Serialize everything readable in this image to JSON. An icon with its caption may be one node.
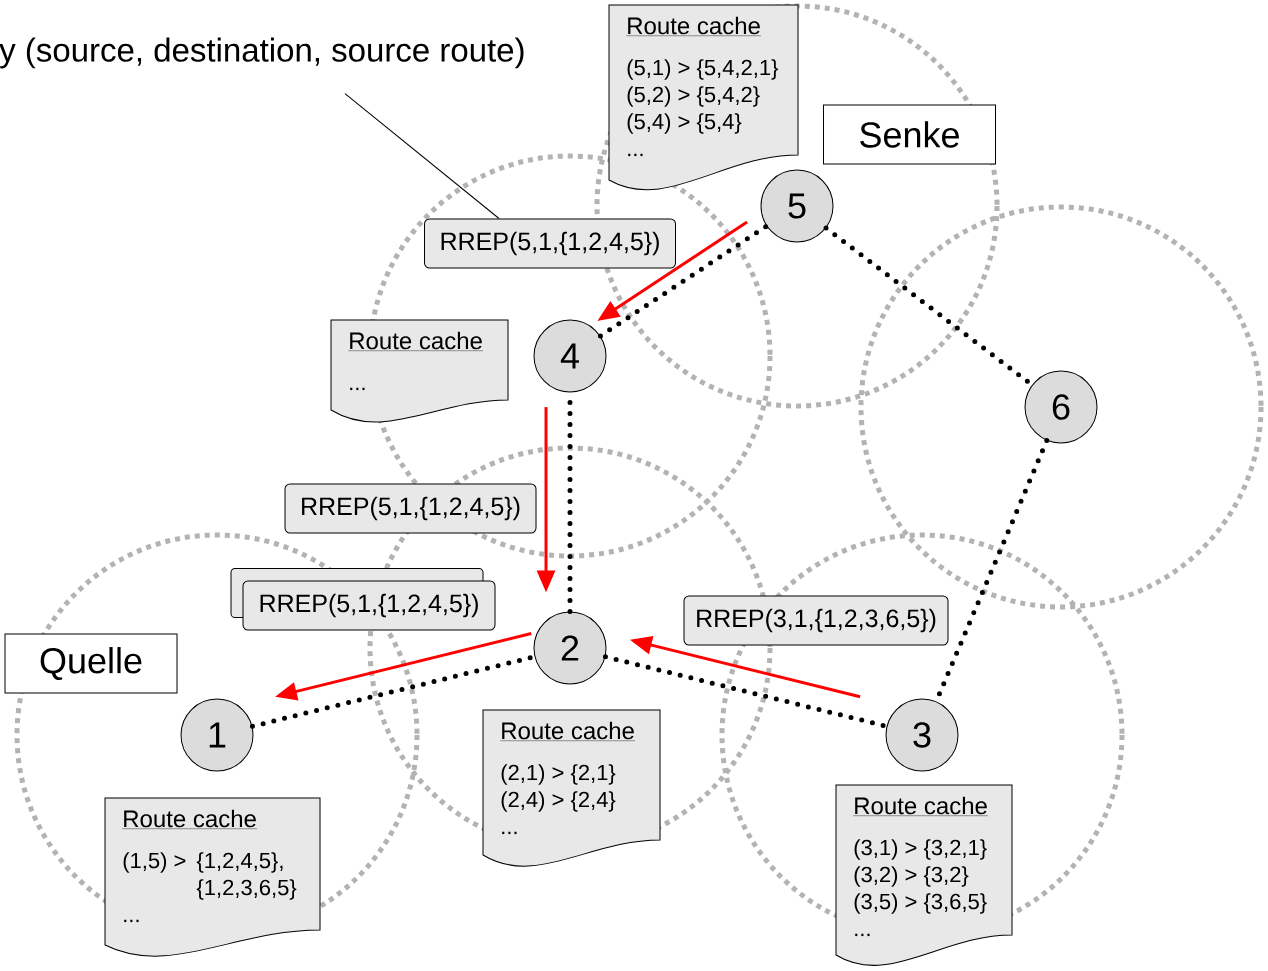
{
  "diagram": {
    "nodes": [
      {
        "text": [
          "y (source, destination, source route)"
        ]
      },
      {
        "text": [
          "Route cache",
          "(5,1) > {5,4,2,1}",
          "(5,2) > {5,4,2}",
          "(5,4) > {5,4}",
          "..."
        ]
      },
      {
        "text": [
          "Senke"
        ]
      },
      {
        "text": [
          "RREP(5,1,{1,2,4,5})"
        ]
      },
      {
        "text": [
          "5"
        ]
      },
      {
        "text": [
          "Route cache",
          "..."
        ]
      },
      {
        "text": [
          "4"
        ]
      },
      {
        "text": [
          "6"
        ]
      },
      {
        "text": [
          "RREP(5,1,{1,2,4,5})"
        ]
      },
      {
        "text": [],
        "shape": "box"
      },
      {
        "text": [
          "RREP(5,1,{1,2,4,5})"
        ]
      },
      {
        "text": [
          "2"
        ]
      },
      {
        "text": [
          "RREP(3,1,{1,2,3,6,5})"
        ]
      },
      {
        "text": [
          "Quelle"
        ]
      },
      {
        "text": [
          "1"
        ]
      },
      {
        "text": [
          "3"
        ]
      },
      {
        "text": [
          "Route cache",
          "(2,1) > {2,1}",
          "(2,4) > {2,4}",
          "..."
        ]
      },
      {
        "text": [
          "Route cache",
          "(1,5) >",
          "{1,2,4,5},",
          "{1,2,3,6,5}",
          "..."
        ]
      },
      {
        "text": [
          "Route cache",
          "(3,1) > {3,2,1}",
          "(3,2) > {3,2}",
          "(3,5) > {3,6,5}",
          "..."
        ]
      }
    ],
    "edges": [
      {
        "from": 14,
        "to": 11,
        "arrow": "none",
        "style": "dashed"
      },
      {
        "from": 11,
        "to": 15,
        "arrow": "none",
        "style": "dashed"
      },
      {
        "from": 11,
        "to": 6,
        "arrow": "none",
        "style": "dashed"
      },
      {
        "from": 6,
        "to": 4,
        "arrow": "none",
        "style": "dashed"
      },
      {
        "from": 4,
        "to": 7,
        "arrow": "none",
        "style": "dashed"
      },
      {
        "from": 7,
        "to": 15,
        "arrow": "none",
        "style": "dashed"
      },
      {
        "from": 4,
        "to": 6,
        "arrow": "to",
        "color": "#ff0000"
      },
      {
        "from": 6,
        "to": 11,
        "arrow": "to",
        "color": "#ff0000"
      },
      {
        "from": 11,
        "to": 14,
        "arrow": "to",
        "color": "#ff0000"
      },
      {
        "from": 15,
        "to": 11,
        "arrow": "to",
        "color": "#ff0000"
      },
      {
        "from": 0,
        "to": 3,
        "arrow": "none"
      }
    ]
  }
}
